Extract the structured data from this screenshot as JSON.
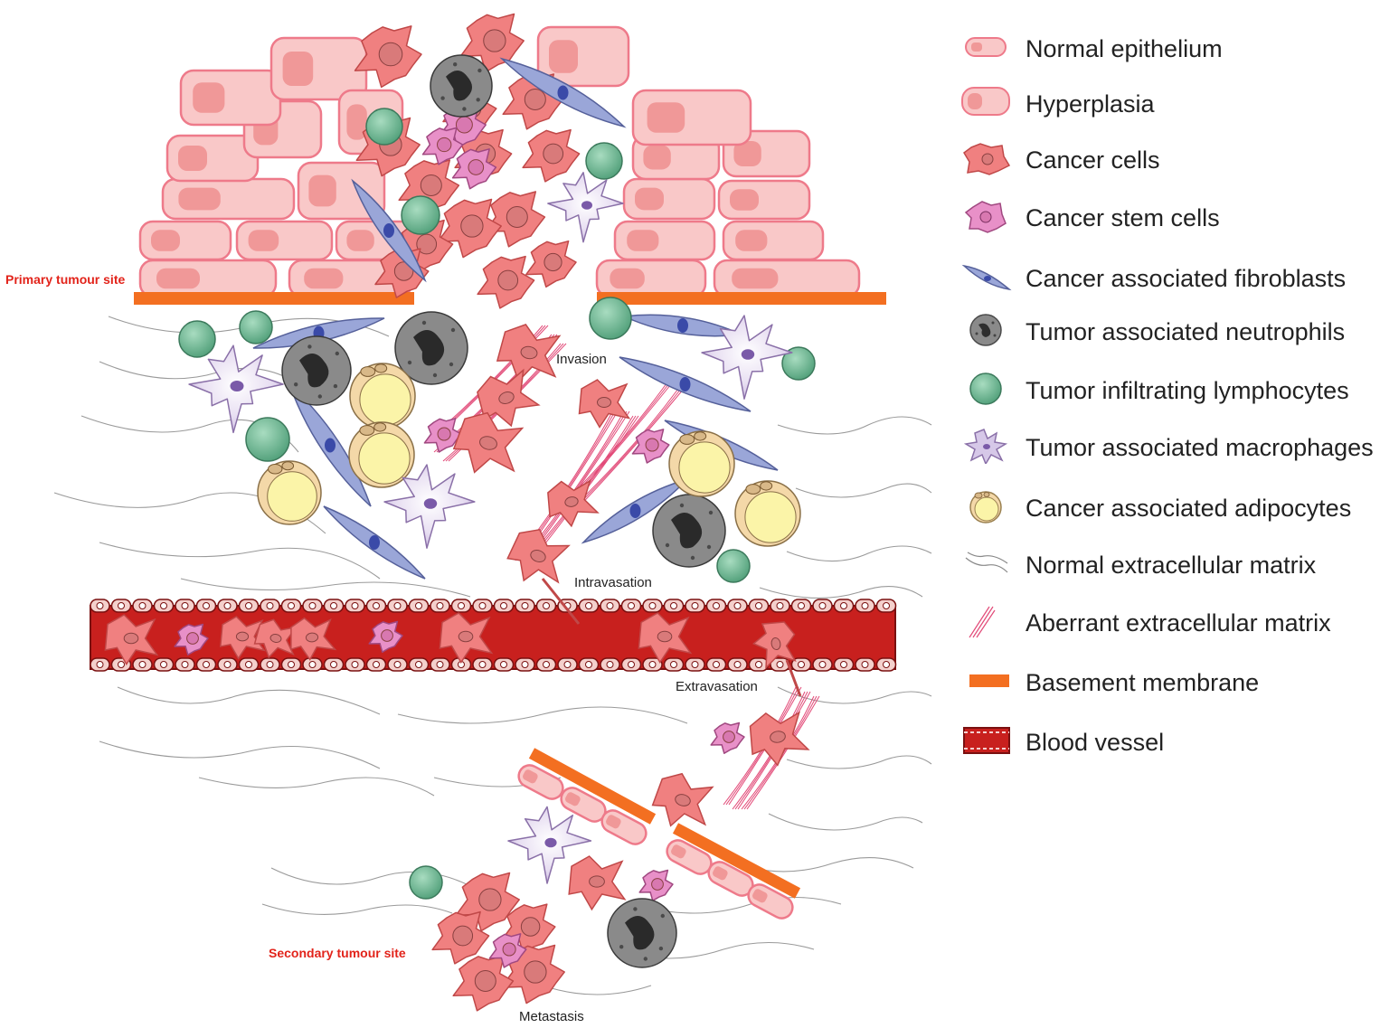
{
  "labels": {
    "primary_site": "Primary tumour site",
    "secondary_site": "Secondary tumour site",
    "invasion": "Invasion",
    "intravasation": "Intravasation",
    "extravasation": "Extravasation",
    "metastasis": "Metastasis"
  },
  "legend": [
    {
      "icon": "normal-epithelium-icon",
      "label": "Normal epithelium"
    },
    {
      "icon": "hyperplasia-icon",
      "label": "Hyperplasia"
    },
    {
      "icon": "cancer-cell-icon",
      "label": "Cancer cells"
    },
    {
      "icon": "cancer-stem-cell-icon",
      "label": "Cancer stem cells"
    },
    {
      "icon": "fibroblast-icon",
      "label": "Cancer associated fibroblasts"
    },
    {
      "icon": "neutrophil-icon",
      "label": "Tumor associated neutrophils"
    },
    {
      "icon": "lymphocyte-icon",
      "label": "Tumor infiltrating  lymphocytes"
    },
    {
      "icon": "macrophage-icon",
      "label": "Tumor associated macrophages"
    },
    {
      "icon": "adipocyte-icon",
      "label": "Cancer associated adipocytes"
    },
    {
      "icon": "normal-ecm-icon",
      "label": "Normal extracellular matrix"
    },
    {
      "icon": "aberrant-ecm-icon",
      "label": "Aberrant extracellular matrix"
    },
    {
      "icon": "basement-membrane-icon",
      "label": "Basement membrane"
    },
    {
      "icon": "blood-vessel-icon",
      "label": "Blood vessel"
    }
  ],
  "colors": {
    "epithelium_fill": "#f9c8c8",
    "epithelium_stroke": "#ee7a8a",
    "nucleus": "#f09898",
    "cancer_fill": "#f08080",
    "cancer_stroke": "#c04848",
    "stem_fill": "#e890c8",
    "fibroblast_fill": "#9aa6d8",
    "fibroblast_nucleus": "#3a4aa8",
    "neutrophil_fill": "#8a8a8a",
    "lymphocyte_fill": "#68b48e",
    "macrophage_fill": "#d6c8e8",
    "adipocyte_fill": "#fbf4a8",
    "adipocyte_rim": "#f4d8a8",
    "membrane": "#f36f21",
    "vessel": "#c8201e",
    "vessel_dark": "#7a1010",
    "site_label": "#e2231a"
  }
}
